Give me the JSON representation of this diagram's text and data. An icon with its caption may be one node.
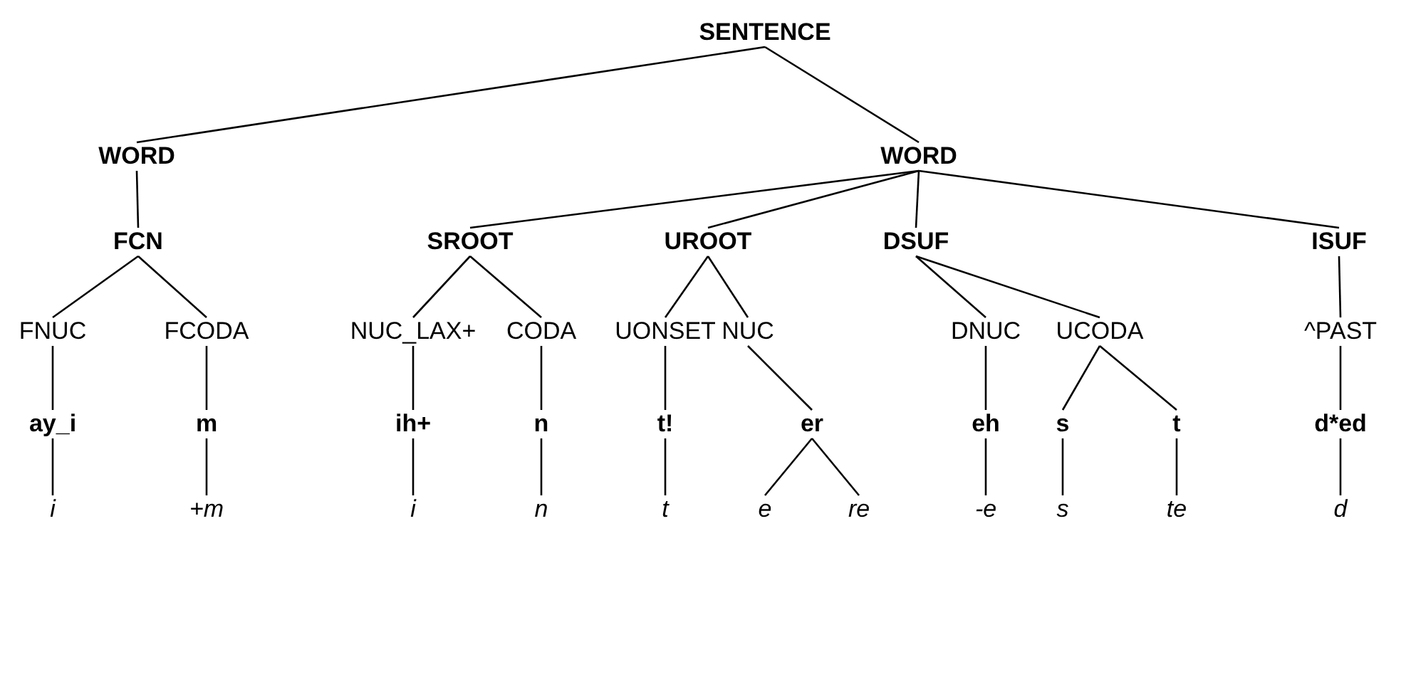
{
  "diagram": {
    "nodes": [
      {
        "text": [
          "SENTENCE"
        ]
      },
      {
        "text": [
          "WORD"
        ]
      },
      {
        "text": [
          "WORD"
        ]
      },
      {
        "text": [
          "FCN"
        ]
      },
      {
        "text": [
          "SROOT"
        ]
      },
      {
        "text": [
          "UROOT"
        ]
      },
      {
        "text": [
          "DSUF"
        ]
      },
      {
        "text": [
          "ISUF"
        ]
      },
      {
        "text": [
          "FNUC"
        ]
      },
      {
        "text": [
          "FCODA"
        ]
      },
      {
        "text": [
          "NUC_LAX+"
        ]
      },
      {
        "text": [
          "CODA"
        ]
      },
      {
        "text": [
          "UONSET"
        ]
      },
      {
        "text": [
          "NUC"
        ]
      },
      {
        "text": [
          "DNUC"
        ]
      },
      {
        "text": [
          "UCODA"
        ]
      },
      {
        "text": [
          "^PAST"
        ]
      },
      {
        "text": [
          "ay_i"
        ]
      },
      {
        "text": [
          "m"
        ]
      },
      {
        "text": [
          "ih+"
        ]
      },
      {
        "text": [
          "n"
        ]
      },
      {
        "text": [
          "t!"
        ]
      },
      {
        "text": [
          "er"
        ]
      },
      {
        "text": [
          "eh"
        ]
      },
      {
        "text": [
          "s"
        ]
      },
      {
        "text": [
          "t"
        ]
      },
      {
        "text": [
          "d*ed"
        ]
      },
      {
        "text": [
          "i"
        ]
      },
      {
        "text": [
          "+m"
        ]
      },
      {
        "text": [
          "i"
        ]
      },
      {
        "text": [
          "n"
        ]
      },
      {
        "text": [
          "t"
        ]
      },
      {
        "text": [
          "e"
        ]
      },
      {
        "text": [
          "re"
        ]
      },
      {
        "text": [
          "-e"
        ]
      },
      {
        "text": [
          "s"
        ]
      },
      {
        "text": [
          "te"
        ]
      },
      {
        "text": [
          "d"
        ]
      }
    ],
    "edges": [
      {
        "from": 0,
        "to": 1,
        "arrow": "none"
      },
      {
        "from": 0,
        "to": 2,
        "arrow": "none"
      },
      {
        "from": 1,
        "to": 3,
        "arrow": "none"
      },
      {
        "from": 2,
        "to": 4,
        "arrow": "none"
      },
      {
        "from": 2,
        "to": 5,
        "arrow": "none"
      },
      {
        "from": 2,
        "to": 6,
        "arrow": "none"
      },
      {
        "from": 2,
        "to": 7,
        "arrow": "none"
      },
      {
        "from": 3,
        "to": 8,
        "arrow": "none"
      },
      {
        "from": 3,
        "to": 9,
        "arrow": "none"
      },
      {
        "from": 4,
        "to": 10,
        "arrow": "none"
      },
      {
        "from": 4,
        "to": 11,
        "arrow": "none"
      },
      {
        "from": 5,
        "to": 12,
        "arrow": "none"
      },
      {
        "from": 5,
        "to": 13,
        "arrow": "none"
      },
      {
        "from": 6,
        "to": 14,
        "arrow": "none"
      },
      {
        "from": 6,
        "to": 15,
        "arrow": "none"
      },
      {
        "from": 7,
        "to": 16,
        "arrow": "none"
      },
      {
        "from": 8,
        "to": 17,
        "arrow": "none"
      },
      {
        "from": 9,
        "to": 18,
        "arrow": "none"
      },
      {
        "from": 10,
        "to": 19,
        "arrow": "none"
      },
      {
        "from": 11,
        "to": 20,
        "arrow": "none"
      },
      {
        "from": 12,
        "to": 21,
        "arrow": "none"
      },
      {
        "from": 13,
        "to": 22,
        "arrow": "none"
      },
      {
        "from": 14,
        "to": 23,
        "arrow": "none"
      },
      {
        "from": 15,
        "to": 24,
        "arrow": "none"
      },
      {
        "from": 15,
        "to": 25,
        "arrow": "none"
      },
      {
        "from": 16,
        "to": 26,
        "arrow": "none"
      },
      {
        "from": 17,
        "to": 27,
        "arrow": "none"
      },
      {
        "from": 18,
        "to": 28,
        "arrow": "none"
      },
      {
        "from": 19,
        "to": 29,
        "arrow": "none"
      },
      {
        "from": 20,
        "to": 30,
        "arrow": "none"
      },
      {
        "from": 21,
        "to": 31,
        "arrow": "none"
      },
      {
        "from": 22,
        "to": 32,
        "arrow": "none"
      },
      {
        "from": 22,
        "to": 33,
        "arrow": "none"
      },
      {
        "from": 23,
        "to": 34,
        "arrow": "none"
      },
      {
        "from": 24,
        "to": 35,
        "arrow": "none"
      },
      {
        "from": 25,
        "to": 36,
        "arrow": "none"
      },
      {
        "from": 26,
        "to": 37,
        "arrow": "none"
      }
    ]
  }
}
